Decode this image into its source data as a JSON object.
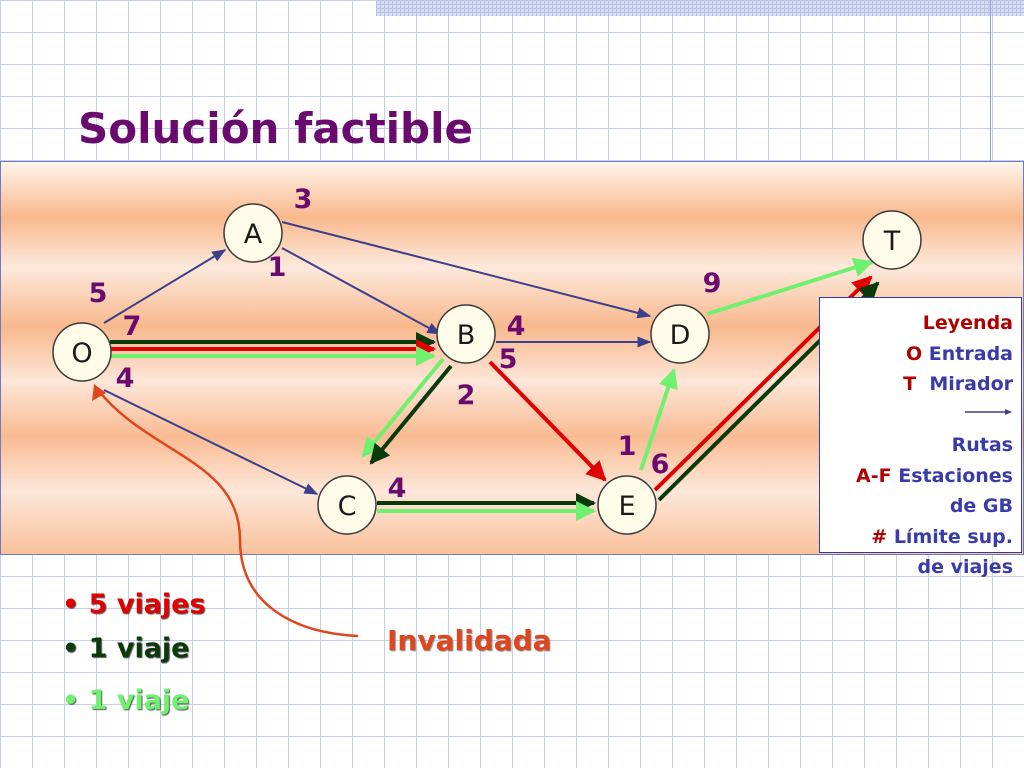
{
  "title": "Solución factible",
  "nodes": {
    "O": {
      "label": "O"
    },
    "A": {
      "label": "A"
    },
    "B": {
      "label": "B"
    },
    "C": {
      "label": "C"
    },
    "D": {
      "label": "D"
    },
    "E": {
      "label": "E"
    },
    "T": {
      "label": "T"
    }
  },
  "capacities": [
    {
      "id": "O-A",
      "value": "5"
    },
    {
      "id": "A-D",
      "value": "3"
    },
    {
      "id": "A-B",
      "value": "1"
    },
    {
      "id": "O-B",
      "value": "7"
    },
    {
      "id": "O-C",
      "value": "4"
    },
    {
      "id": "B-D",
      "value": "4"
    },
    {
      "id": "B-E",
      "value": "5"
    },
    {
      "id": "B-C",
      "value": "2"
    },
    {
      "id": "D-T",
      "value": "9"
    },
    {
      "id": "E-D",
      "value": "1"
    },
    {
      "id": "E-T",
      "value": "6"
    },
    {
      "id": "C-E",
      "value": "4"
    }
  ],
  "legend": {
    "heading": "Leyenda",
    "entrada_key": "O",
    "entrada_text": "Entrada",
    "mirador_key": "T",
    "mirador_text": "Mirador",
    "rutas_text": "Rutas",
    "estaciones_key": "A-F",
    "estaciones_text_1": "Estaciones",
    "estaciones_text_2": "de GB",
    "limite_key": "#",
    "limite_text_1": "Límite sup.",
    "limite_text_2": "de viajes"
  },
  "bullets": [
    {
      "text": "• 5 viajes",
      "color": "#e00000"
    },
    {
      "text": "• 1 viaje",
      "color": "#0a3a0a"
    },
    {
      "text": "• 1 viaje",
      "color": "#6ff06f"
    }
  ],
  "invalidated_label": "Invalidada",
  "colors": {
    "arc": "#3c3f8c",
    "route_red": "#e00000",
    "route_dark_green": "#0a3a0a",
    "route_light_green": "#6ff06f",
    "annotation": "#e0461e",
    "capacity_text": "#6a0a6e"
  }
}
